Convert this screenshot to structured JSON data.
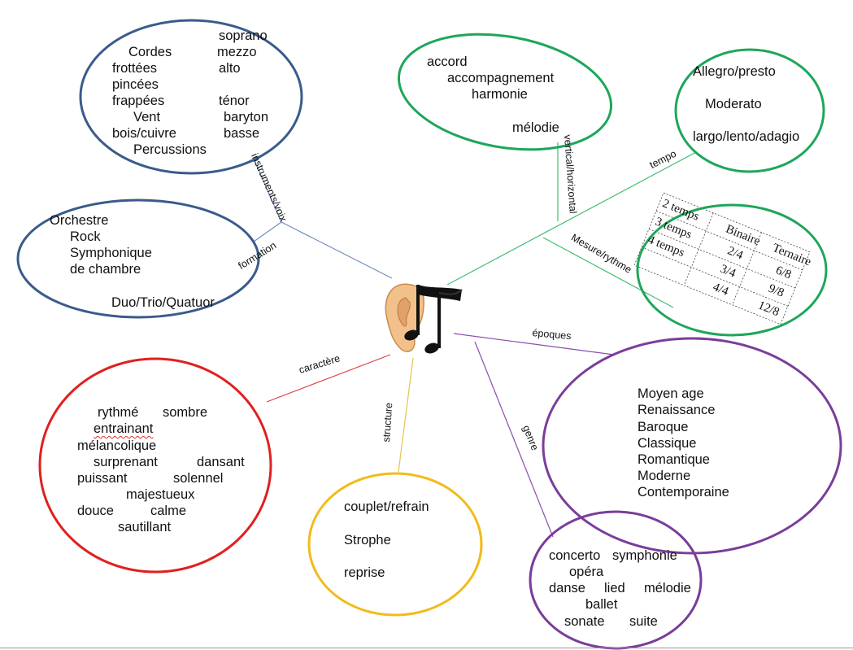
{
  "colors": {
    "blue": "#3a5b8c",
    "green": "#1ea65a",
    "red": "#e02020",
    "yellow": "#f2bb1a",
    "purple": "#7a3d9a",
    "blue_line": "#6e8ec0",
    "green_line": "#3fbf74",
    "red_line": "#e04040",
    "yellow_line": "#e8c24a",
    "purple_line": "#8a4db0"
  },
  "center": {
    "icon": "ear-and-music-note-icon"
  },
  "branches": {
    "instruments_voix": "instruments/voix",
    "formation": "formation",
    "vertical_horizontal": "vertical/horizontal",
    "tempo": "tempo",
    "mesure_rythme": "Mesure/rythme",
    "epoques": "époques",
    "genre": "genre",
    "structure": "structure",
    "caractere": "caractère"
  },
  "instruments": {
    "cordes": "Cordes",
    "frottees": "frottées",
    "pincees": "pincées",
    "frappees": "frappées",
    "vent": "Vent",
    "bois_cuivre": "bois/cuivre",
    "percussions": "Percussions",
    "soprano": "soprano",
    "mezzo": "mezzo",
    "alto": "alto",
    "tenor": "ténor",
    "baryton": "baryton",
    "basse": "basse"
  },
  "formation": {
    "orchestre": "Orchestre",
    "rock": "Rock",
    "symphonique": "Symphonique",
    "de_chambre": "de chambre",
    "duo": "Duo/Trio/Quatuor"
  },
  "harmonie": {
    "accord": "accord",
    "accompagnement": "accompagnement",
    "harmonie": "harmonie",
    "melodie": "mélodie"
  },
  "tempo": {
    "allegro": "Allegro/presto",
    "moderato": "Moderato",
    "largo": "largo/lento/adagio"
  },
  "mesure_table": {
    "col_binaire": "Binaire",
    "col_ternaire": "Ternaire",
    "r1": "2 temps",
    "r2": "3 temps",
    "r3": "4 temps",
    "b1": "2/4",
    "b2": "3/4",
    "b3": "4/4",
    "t1": "6/8",
    "t2": "9/8",
    "t3": "12/8"
  },
  "caractere": {
    "rythme": "rythmé",
    "sombre": "sombre",
    "entrainant": "entrainant",
    "melancolique": "mélancolique",
    "surprenant": "surprenant",
    "dansant": "dansant",
    "puissant": "puissant",
    "solennel": "solennel",
    "majestueux": "majestueux",
    "douce": "douce",
    "calme": "calme",
    "sautillant": "sautillant"
  },
  "structure": {
    "couplet": "couplet/refrain",
    "strophe": "Strophe",
    "reprise": "reprise"
  },
  "epoques": {
    "moyen_age": "Moyen age",
    "renaissance": "Renaissance",
    "baroque": "Baroque",
    "classique": "Classique",
    "romantique": "Romantique",
    "moderne": "Moderne",
    "contemporaine": "Contemporaine"
  },
  "genre": {
    "concerto": "concerto",
    "symphonie": "symphonie",
    "opera": "opéra",
    "danse": "danse",
    "lied": "lied",
    "melodie": "mélodie",
    "ballet": "ballet",
    "sonate": "sonate",
    "suite": "suite"
  }
}
